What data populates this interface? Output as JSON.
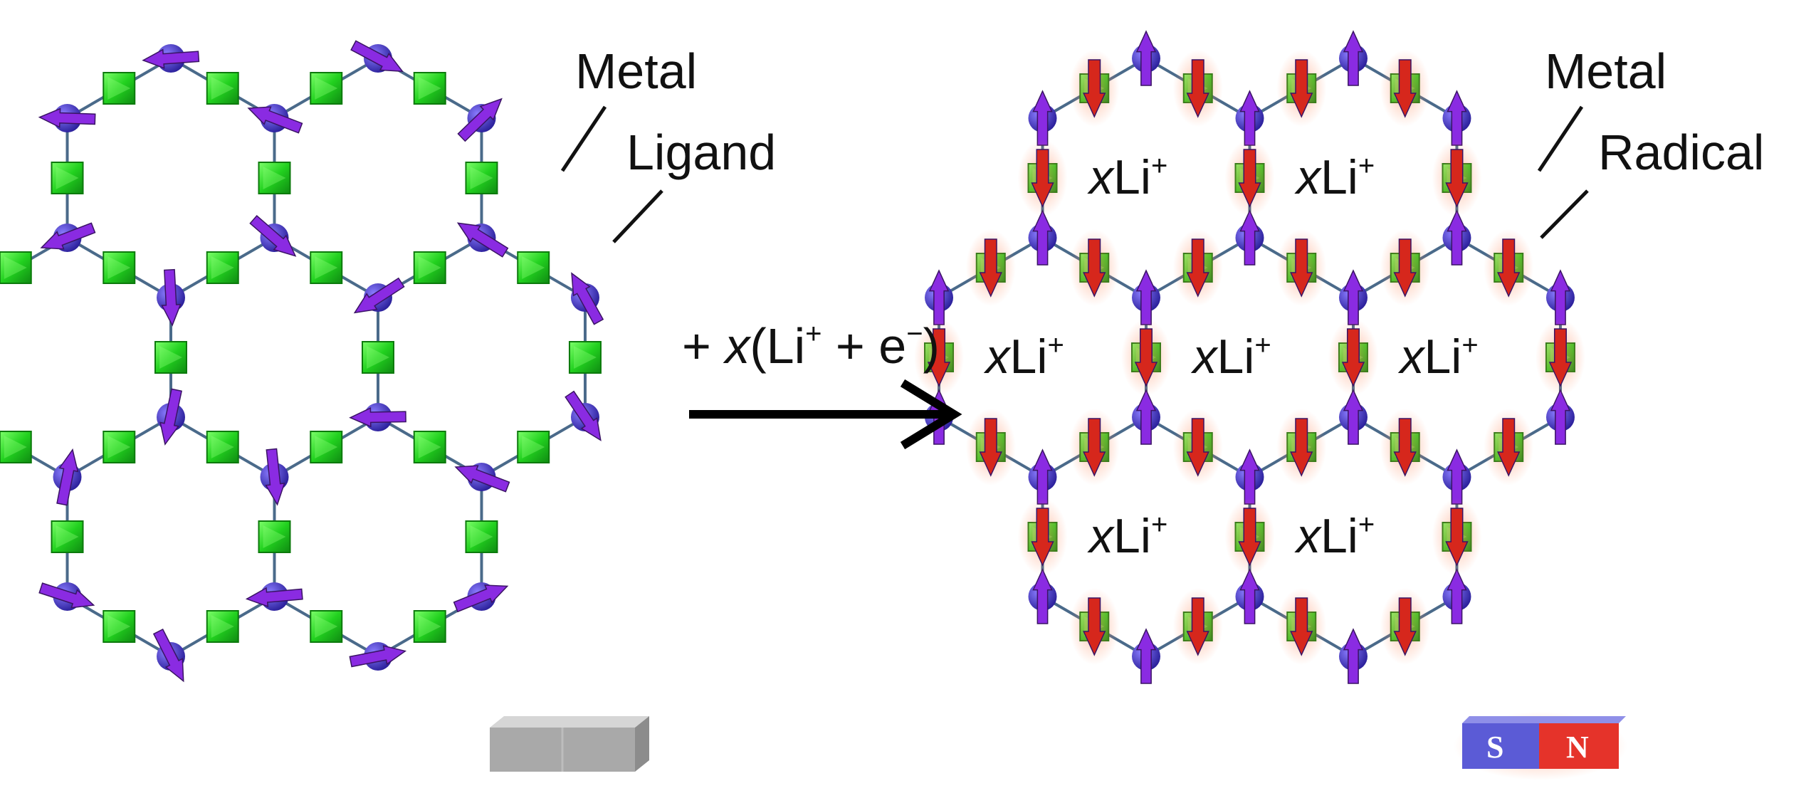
{
  "colors": {
    "metal": "#3a2fb8",
    "ligand": "#22d11f",
    "spin_arrow": "#8a2be2",
    "radical_arrow": "#d6271c",
    "bond": "#4a6a8a",
    "magnet_gray": "#a9a9a9",
    "magnet_s": "#5b5bd6",
    "magnet_n": "#e5332a"
  },
  "left_panel": {
    "label_metal": "Metal",
    "label_ligand": "Ligand",
    "magnet": "gray-nonmagnetic-bar"
  },
  "reaction": {
    "prefix": "+ ",
    "x": "x",
    "li": "(Li",
    "plus": "+",
    "mid": " + e",
    "minus": "−",
    "close": ")"
  },
  "right_panel": {
    "label_metal": "Metal",
    "label_radical": "Radical",
    "pore_label_x": "x",
    "pore_label_li": "Li",
    "pore_label_sup": "+",
    "magnet_s": "S",
    "magnet_n": "N"
  }
}
